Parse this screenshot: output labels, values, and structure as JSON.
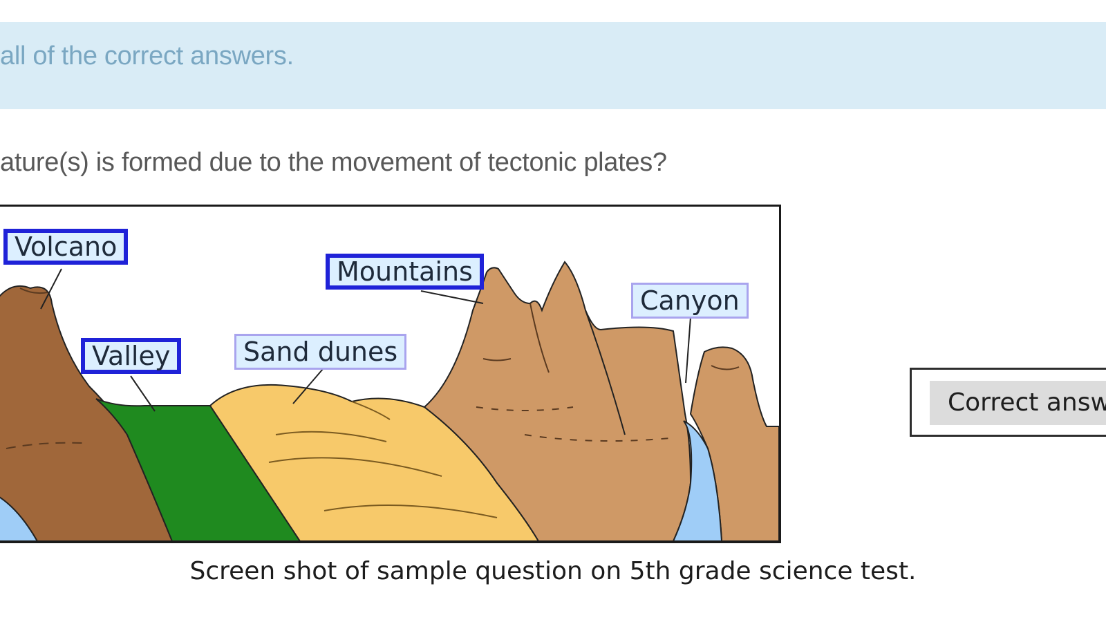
{
  "instruction": {
    "text": "all of the correct answers."
  },
  "question": {
    "text": "ature(s) is formed due to the movement of tectonic plates?"
  },
  "figure": {
    "labels": [
      {
        "text": "Volcano",
        "selected": true
      },
      {
        "text": "Valley",
        "selected": true
      },
      {
        "text": "Sand dunes",
        "selected": false
      },
      {
        "text": "Mountains",
        "selected": true
      },
      {
        "text": "Canyon",
        "selected": false
      }
    ]
  },
  "correct_answer": {
    "label": "Correct answ"
  },
  "caption": {
    "text": "Screen shot of sample question on 5th grade science test."
  },
  "colors": {
    "banner": "#d9ecf6",
    "volcano_brown": "#a0673a",
    "valley_green": "#1f8a1f",
    "sand": "#f7c96a",
    "rock": "#cf9966",
    "water": "#9fcdf7",
    "selected_border": "#1f22d8",
    "unselected_border": "#a9a4ee"
  }
}
